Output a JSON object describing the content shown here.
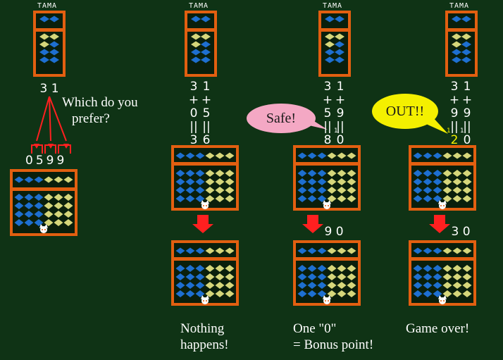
{
  "colors": {
    "background": "#0f3315",
    "frame": "#e25f10",
    "bead_blue": "#1e6fd0",
    "bead_yellow": "#d6d67a",
    "arrow_red": "#ff2020",
    "bubble_pink": "#f4a8c4",
    "bubble_yellow": "#f4f000",
    "highlight_yellow": "#f4f000"
  },
  "icons": {
    "mascot": "cat-face-icon",
    "pointer": "red-down-arrow-icon"
  },
  "abacus_label": "TAMA",
  "panel1": {
    "sum_digits": "3 1",
    "question_line1": "Which do you",
    "question_line2": "prefer?",
    "choices": [
      "0",
      "5",
      "9",
      "9"
    ]
  },
  "panel2": {
    "col1": [
      "3",
      "+",
      "0",
      "||",
      "3"
    ],
    "col2": [
      "1",
      "+",
      "5",
      "||",
      "6"
    ],
    "caption_line1": "Nothing",
    "caption_line2": "happens!"
  },
  "panel3": {
    "bubble": "Safe!",
    "col1": [
      "3",
      "+",
      "5",
      "||",
      "8"
    ],
    "col2": [
      "1",
      "+",
      "9",
      "||",
      "0"
    ],
    "carry_mark": "1",
    "result_number": "9 0",
    "caption_line1": "One \"0\"",
    "caption_line2": "= Bonus point!"
  },
  "panel4": {
    "bubble": "OUT!!",
    "col1": [
      "3",
      "+",
      "9",
      "||",
      "2"
    ],
    "col2": [
      "1",
      "+",
      "9",
      "||",
      "0"
    ],
    "carry_left": "1",
    "carry_right": "1",
    "result_number": "3 0",
    "caption": "Game over!"
  }
}
